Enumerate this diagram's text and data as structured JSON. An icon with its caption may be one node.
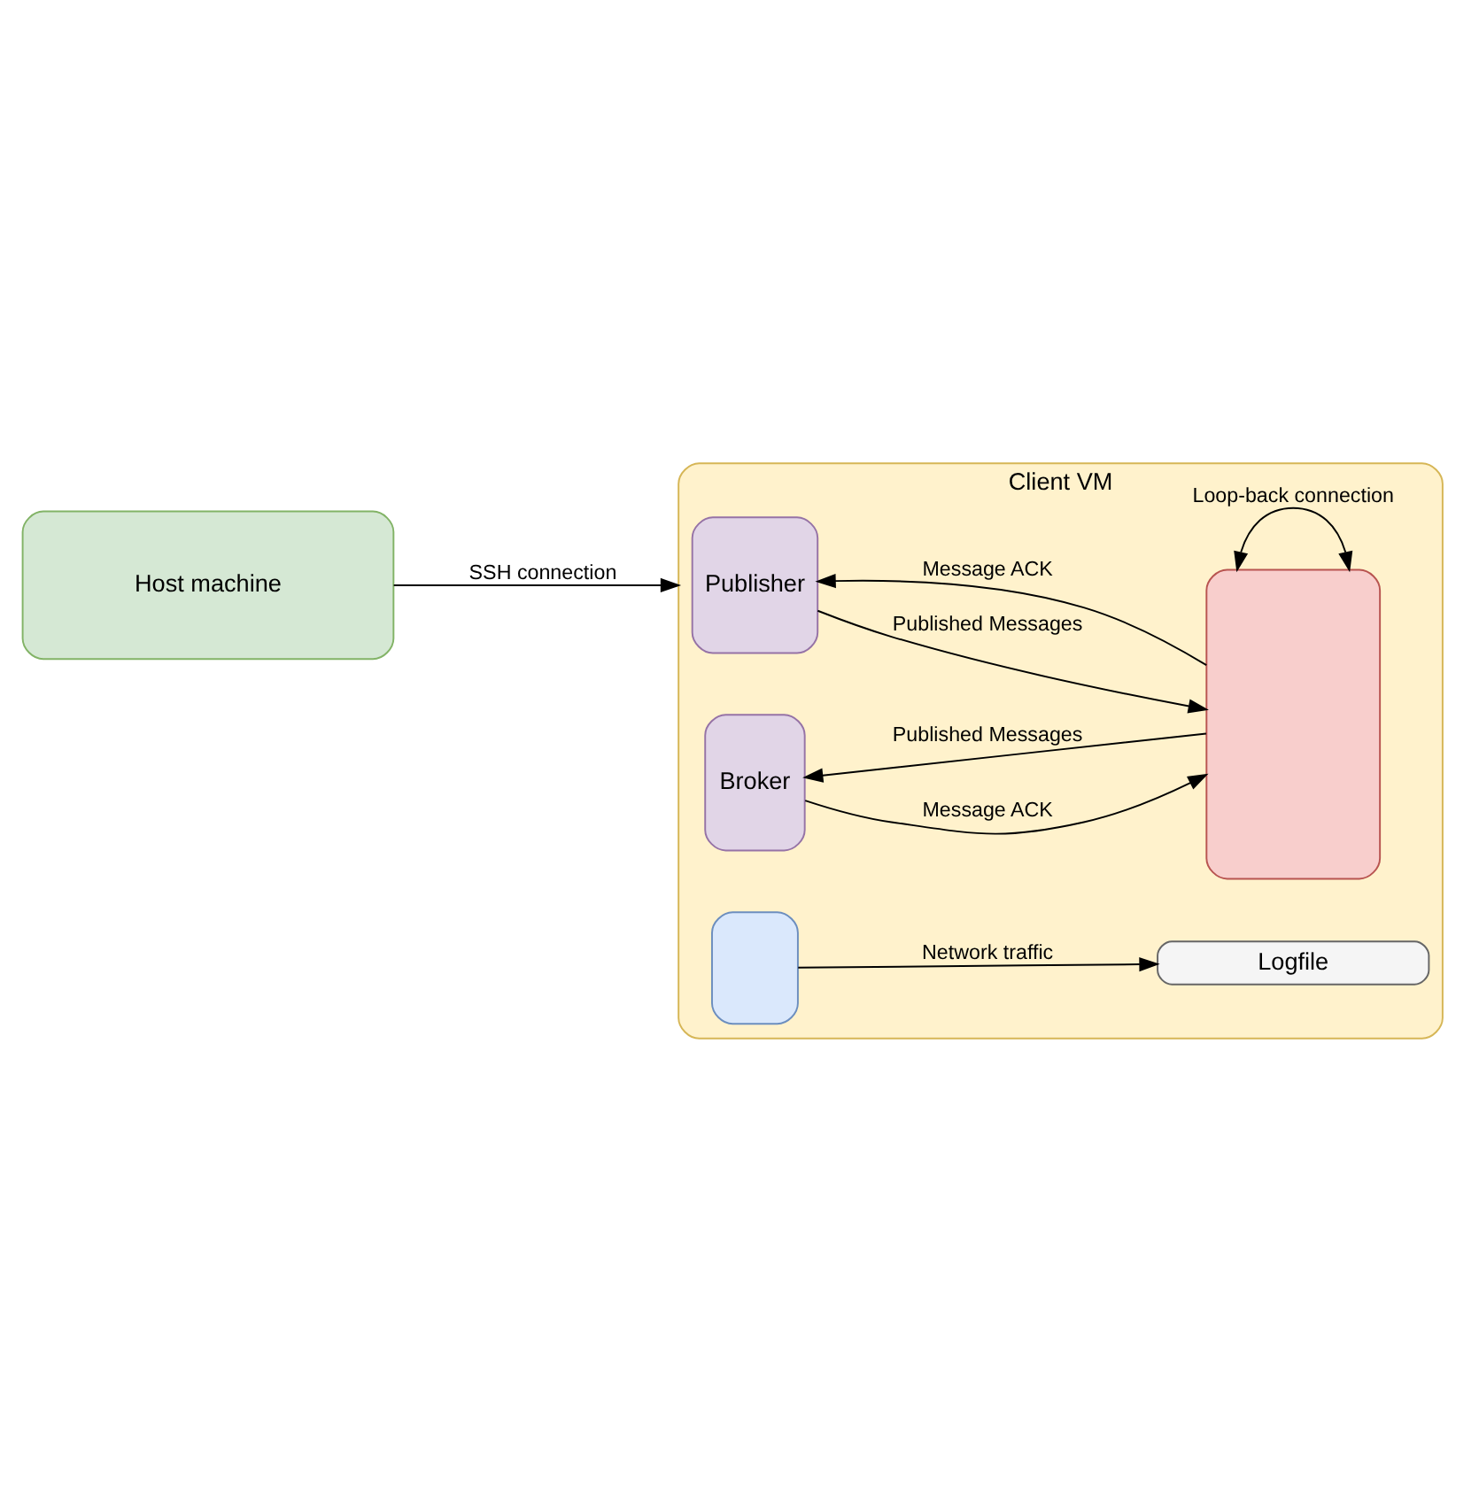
{
  "diagram": {
    "nodes": [
      {
        "text": [
          "Host machine"
        ]
      },
      {
        "text": [
          "Client VM"
        ]
      },
      {
        "text": [
          "Publisher"
        ],
        "in": 1
      },
      {
        "text": [
          "Broker"
        ],
        "in": 1
      },
      {
        "text": [],
        "shape": "box",
        "in": 1
      },
      {
        "text": [],
        "shape": "box",
        "in": 1
      },
      {
        "text": [
          "Logfile"
        ],
        "in": 1
      }
    ],
    "edges": [
      {
        "from": 0,
        "to": 1,
        "arrow": "to",
        "label": "SSH connection"
      },
      {
        "from": 4,
        "to": 2,
        "arrow": "to",
        "label": "Message ACK"
      },
      {
        "from": 2,
        "to": 4,
        "arrow": "to",
        "label": "Published Messages"
      },
      {
        "from": 3,
        "to": 4,
        "arrow": "to",
        "label": "Message ACK"
      },
      {
        "from": 4,
        "to": 3,
        "arrow": "to",
        "label": "Published Messages"
      },
      {
        "from": 4,
        "to": 4,
        "arrow": "both",
        "label": "Loop-back connection"
      },
      {
        "from": 5,
        "to": 6,
        "arrow": "to",
        "label": "Network traffic"
      }
    ]
  }
}
